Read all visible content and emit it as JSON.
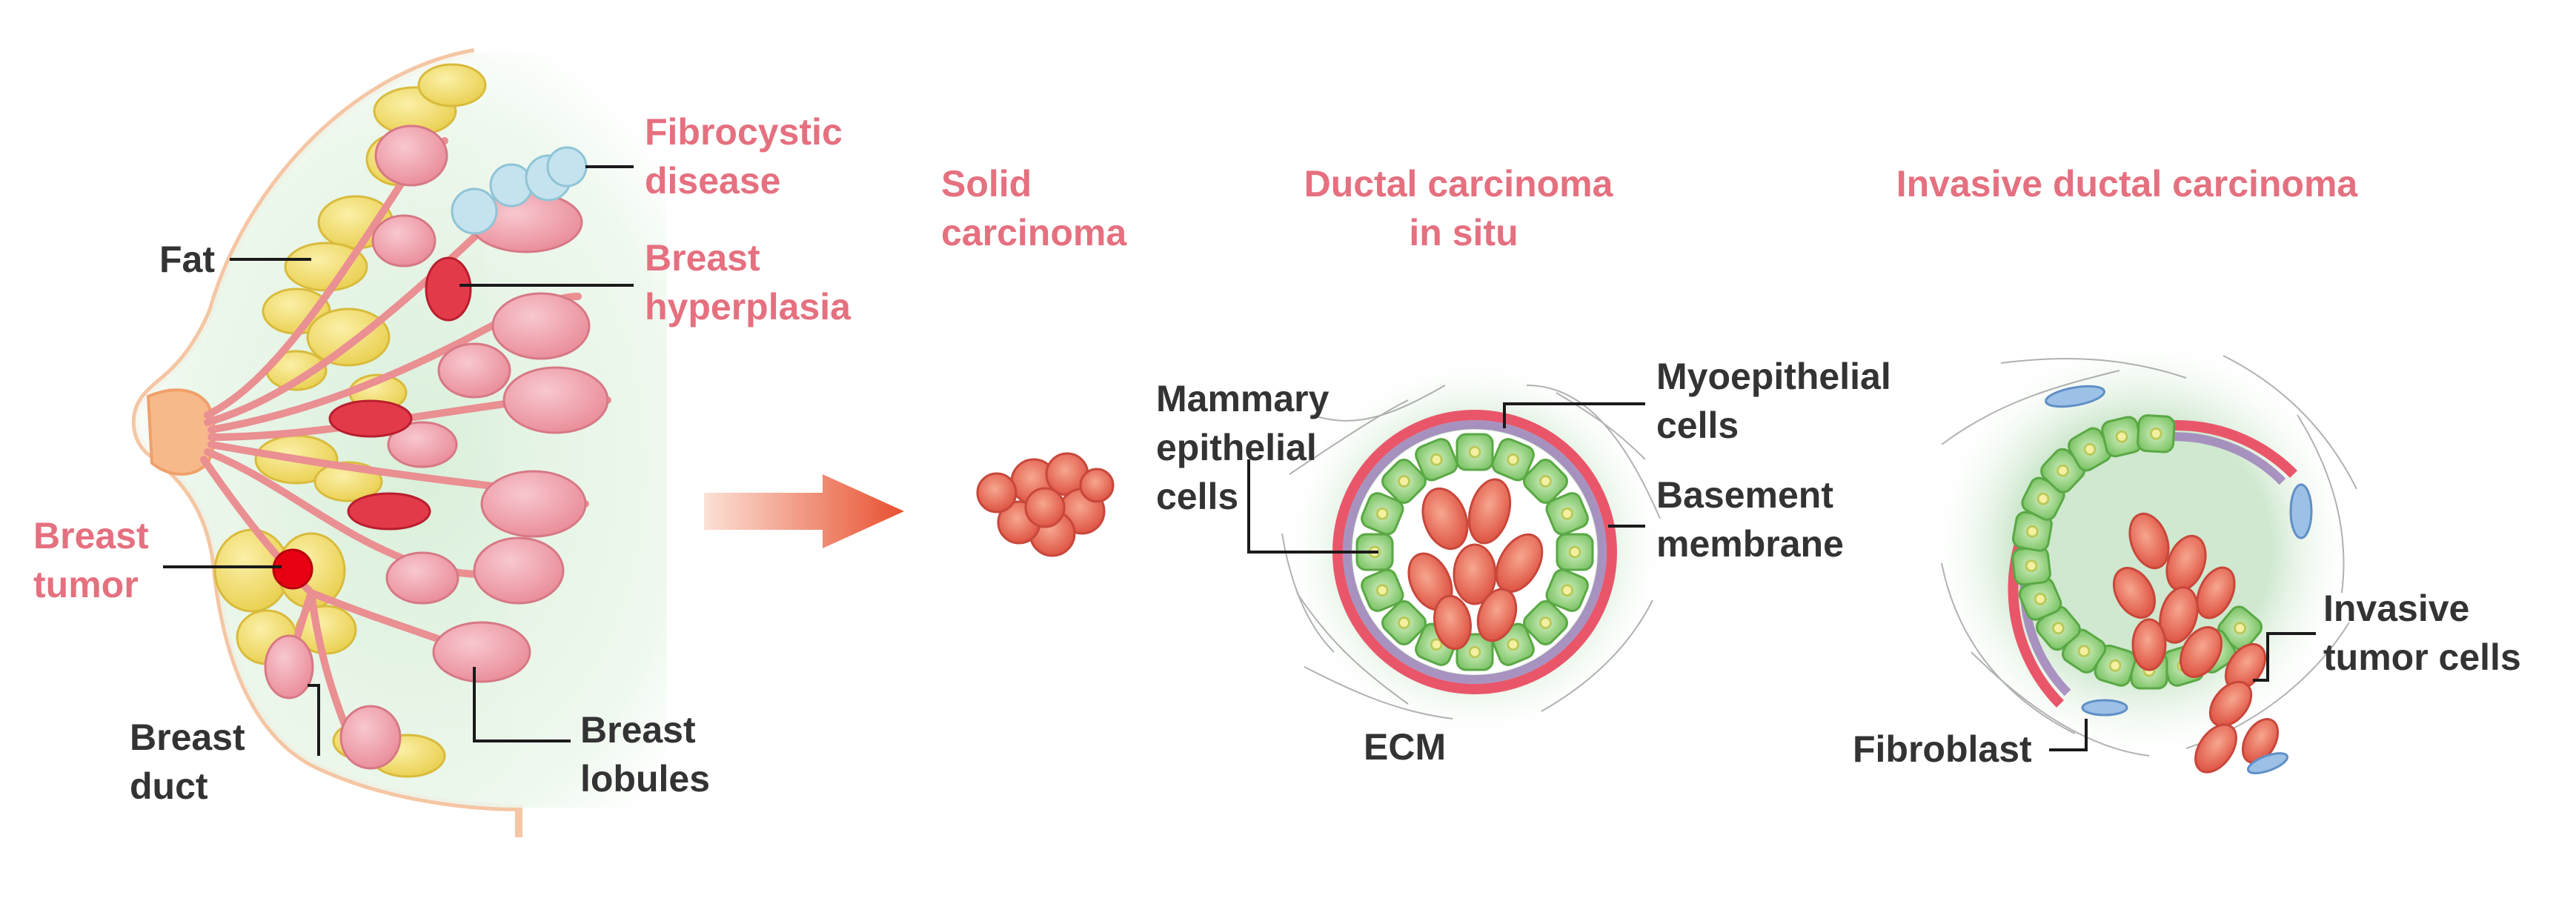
{
  "colors": {
    "pink_label": "#e5707f",
    "dark_label": "#333333",
    "fat": "#f2dc6a",
    "lobule": "#f0a5b0",
    "hyperplasia": "#e33a4a",
    "tumor": "#e60012",
    "fibrocystic": "#bfe0ea",
    "epithelial": "#8fcf7a",
    "tumor_cell": "#e8685a",
    "basement_membrane": "#e9566a",
    "myoepithelial": "#9a7bb8",
    "fibroblast": "#7fa8d8",
    "arrow": "#e8502f"
  },
  "icons": [
    "breast-anatomy-illustration",
    "progression-arrow-icon",
    "solid-tumor-cluster",
    "duct-cross-section",
    "invasive-duct-cross-section"
  ],
  "labels": {
    "fat": "Fat",
    "fibrocystic_1": "Fibrocystic",
    "fibrocystic_2": "disease",
    "hyperplasia_1": "Breast",
    "hyperplasia_2": "hyperplasia",
    "tumor_1": "Breast",
    "tumor_2": "tumor",
    "duct_1": "Breast",
    "duct_2": "duct",
    "lobules_1": "Breast",
    "lobules_2": "lobules",
    "solid_1": "Solid",
    "solid_2": "carcinoma",
    "dcis_1": "Ductal carcinoma",
    "dcis_2": "in situ",
    "mammary_1": "Mammary",
    "mammary_2": "epithelial",
    "mammary_3": "cells",
    "myo_1": "Myoepithelial",
    "myo_2": "cells",
    "basement_1": "Basement",
    "basement_2": "membrane",
    "ecm": "ECM",
    "idc": "Invasive ductal carcinoma",
    "invasive_1": "Invasive",
    "invasive_2": "tumor cells",
    "fibroblast": "Fibroblast"
  }
}
